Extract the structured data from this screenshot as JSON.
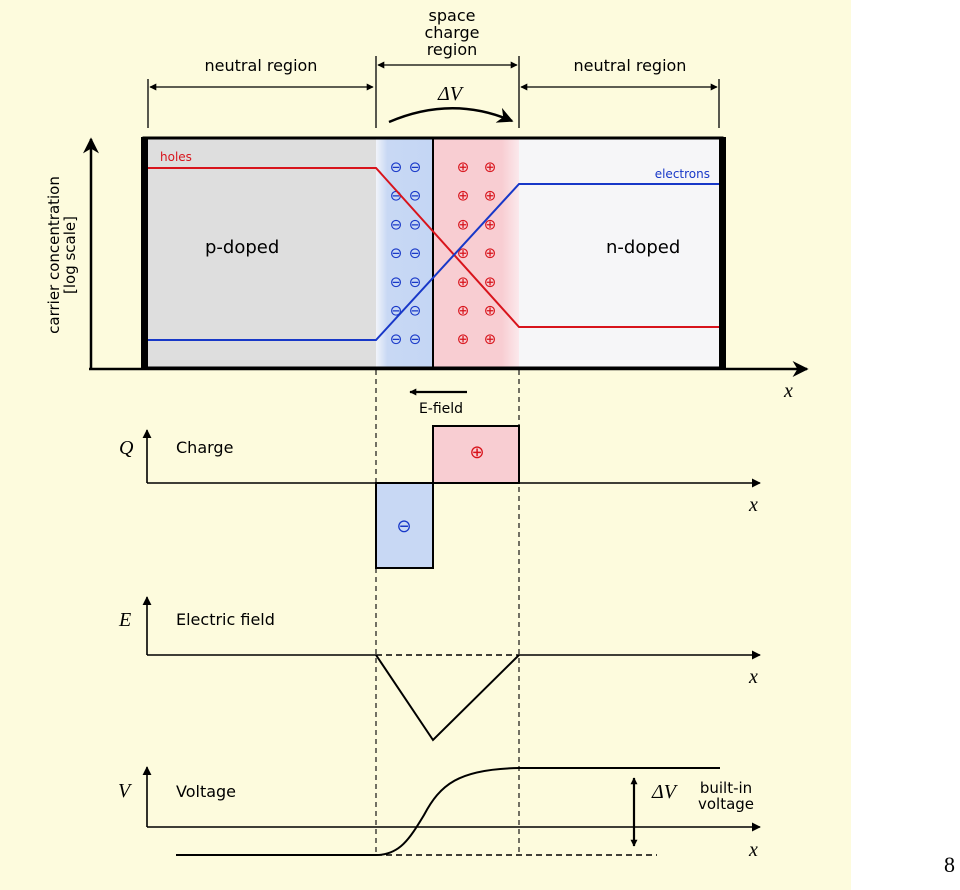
{
  "colors": {
    "background": "#fdfbdd",
    "holes": "#d8141c",
    "electrons": "#1838c8",
    "p_region": "#dedede",
    "n_region": "#f6f6f8",
    "negative_charge": "#c8d8f4",
    "positive_charge": "#f8cdd2"
  },
  "top": {
    "space_charge_region": [
      "space",
      "charge",
      "region"
    ],
    "neutral_left": "neutral region",
    "neutral_right": "neutral region",
    "delta_v": "ΔV"
  },
  "concentration_plot": {
    "ylabel": [
      "carrier concentration",
      "[log scale]"
    ],
    "holes_label": "holes",
    "electrons_label": "electrons",
    "p_label": "p-doped",
    "n_label": "n-doped",
    "x_axis": "x",
    "minus_symbol": "⊖",
    "plus_symbol": "⊕",
    "e_field_label": "E-field"
  },
  "charge_plot": {
    "axis": "Q",
    "label": "Charge",
    "x_axis": "x",
    "minus": "⊖",
    "plus": "⊕"
  },
  "field_plot": {
    "axis": "E",
    "label": "Electric field",
    "x_axis": "x"
  },
  "voltage_plot": {
    "axis": "V",
    "label": "Voltage",
    "x_axis": "x",
    "delta_v": "ΔV",
    "builtin": [
      "built-in",
      "voltage"
    ]
  },
  "page_number": "8"
}
